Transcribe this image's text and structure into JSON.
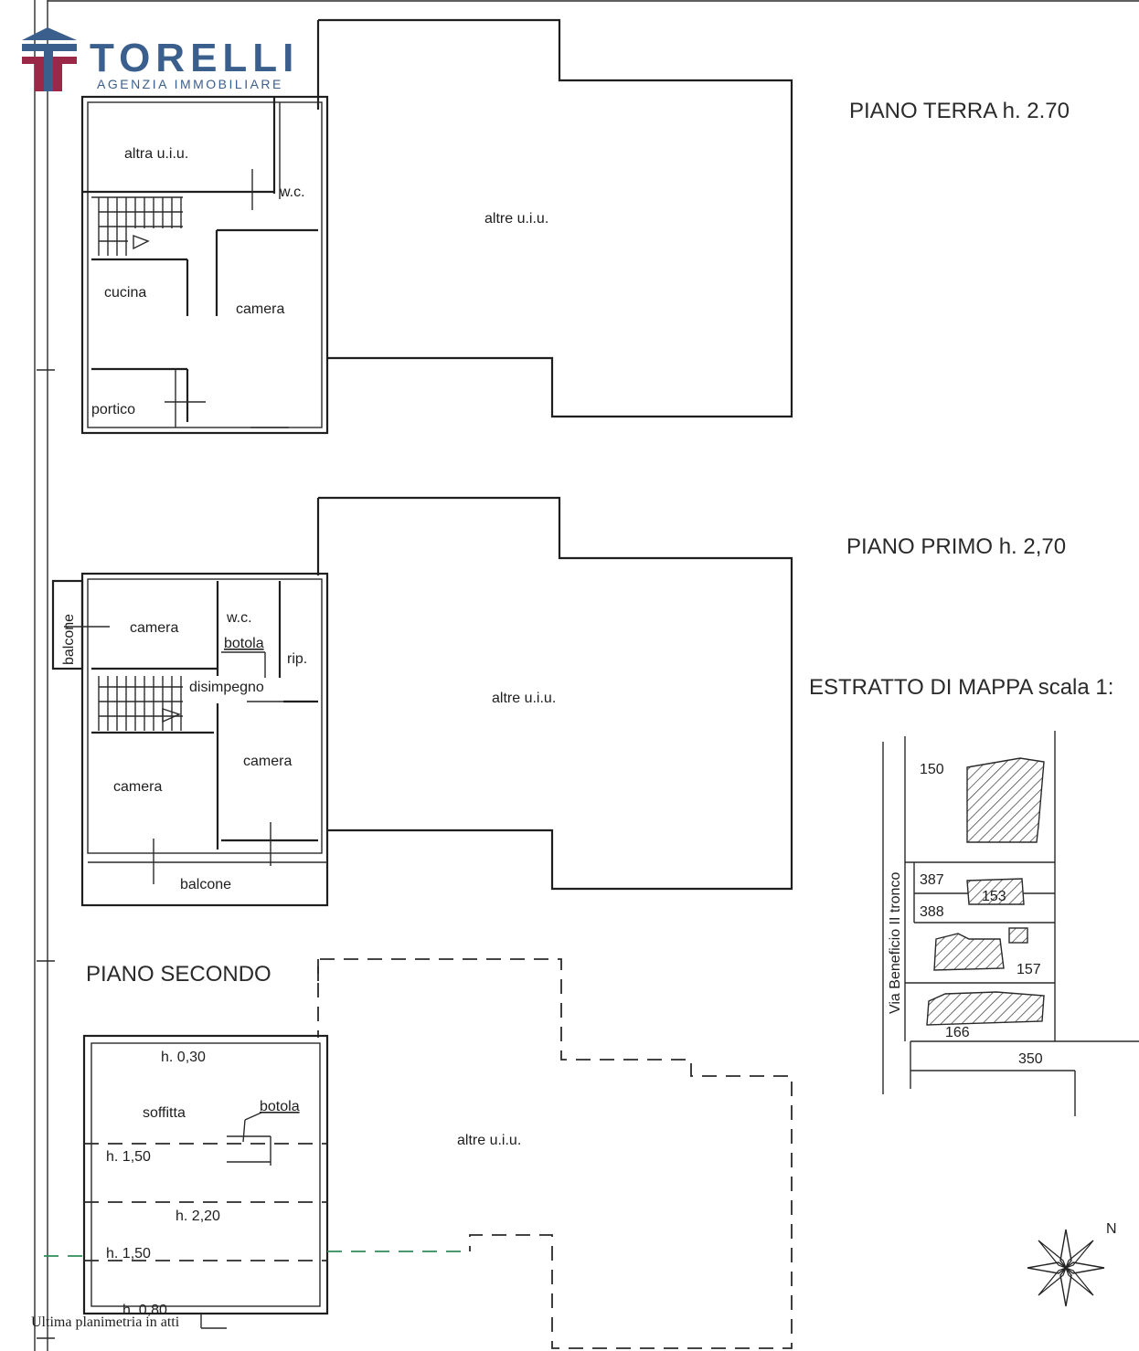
{
  "logo": {
    "brand": "TORELLI",
    "tagline": "AGENZIA IMMOBILIARE",
    "colors": {
      "brand_blue": "#3a5f8c",
      "brand_red": "#9b2846"
    }
  },
  "floors": {
    "ground": {
      "title": "PIANO TERRA h. 2.70",
      "rooms": [
        "altra u.i.u.",
        "w.c.",
        "cucina",
        "camera",
        "portico"
      ],
      "other_units": "altre u.i.u."
    },
    "first": {
      "title": "PIANO PRIMO h. 2,70",
      "rooms": [
        "camera",
        "w.c.",
        "botola",
        "rip.",
        "disimpegno",
        "camera",
        "camera",
        "balcone",
        "balcone"
      ],
      "other_units": "altre u.i.u."
    },
    "second": {
      "title": "PIANO SECONDO",
      "labels": [
        "h. 0,30",
        "soffitta",
        "botola",
        "h. 1,50",
        "h. 2,20",
        "h. 1,50",
        "h. 0,80"
      ],
      "other_units": "altre u.i.u."
    }
  },
  "map_extract": {
    "title": "ESTRATTO DI MAPPA scala 1:",
    "street": "Via Beneficio II tronco",
    "parcels": [
      "150",
      "387",
      "153",
      "388",
      "157",
      "166",
      "350"
    ],
    "north": "N"
  },
  "footer": {
    "note": "Ultima planimetria in atti"
  }
}
